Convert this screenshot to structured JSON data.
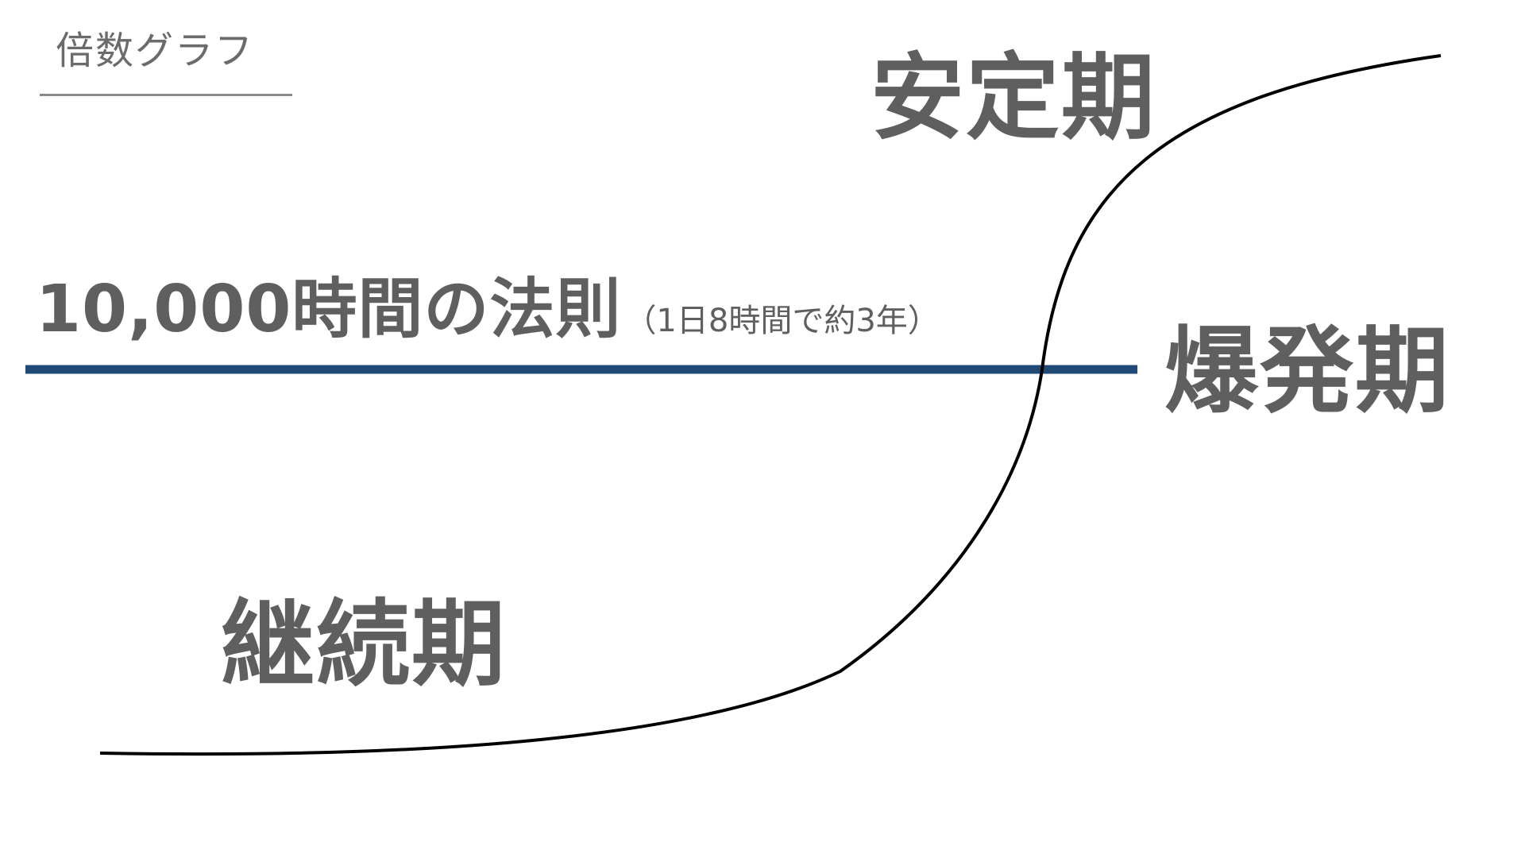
{
  "title": "倍数グラフ",
  "phases": {
    "stable": "安定期",
    "explosive": "爆発期",
    "continuation": "継続期"
  },
  "threshold": {
    "label": "10,000時間の法則",
    "note": "（1日8時間で約3年）",
    "line_color": "#1f4a77"
  },
  "colors": {
    "text": "#5f5f5f",
    "curve": "#000000",
    "background": "#ffffff"
  }
}
